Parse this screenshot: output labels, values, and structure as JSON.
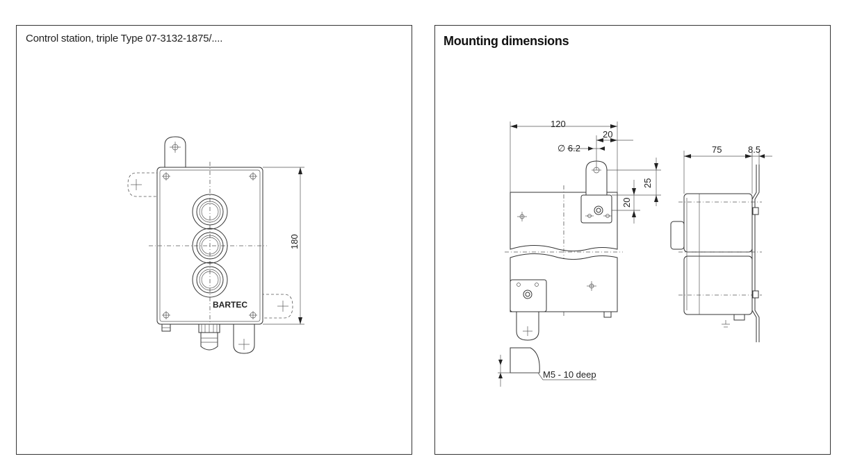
{
  "left_panel": {
    "caption": "Control station, triple Type 07-3132-1875/....",
    "brand_label": "BARTEC",
    "dimension_height": "180"
  },
  "right_panel": {
    "heading": "Mounting dimensions",
    "dimensions": {
      "width_total": "120",
      "lug_offset": "20",
      "hole_diameter": "∅ 6.2",
      "lug_height_25": "25",
      "lug_height_20": "20",
      "depth": "75",
      "bracket_offset": "8.5"
    },
    "thread_note": "M5 - 10 deep"
  }
}
